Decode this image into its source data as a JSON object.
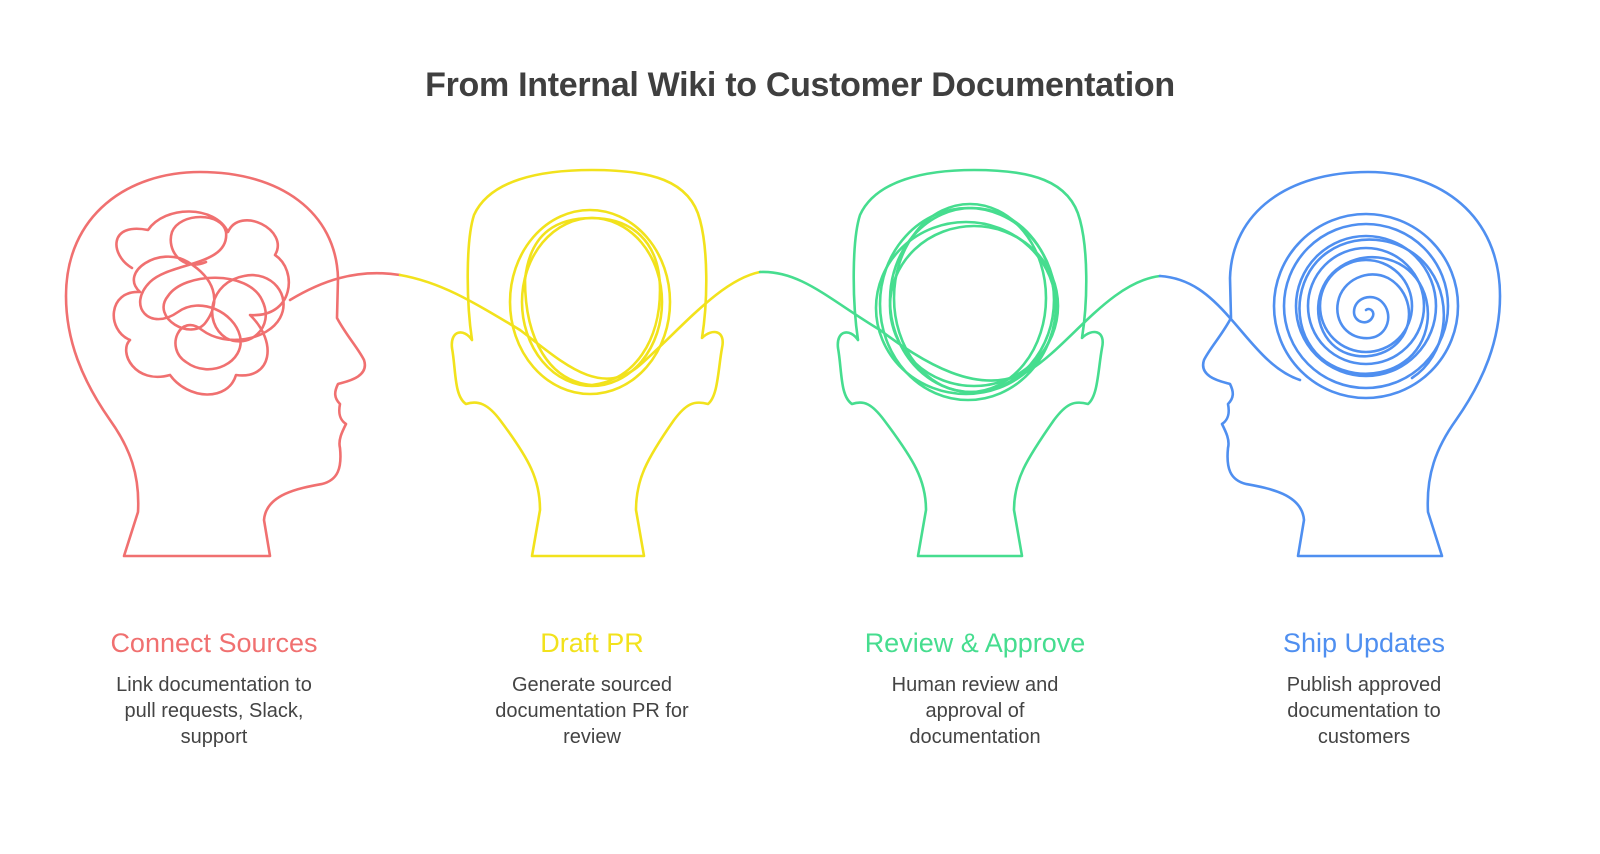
{
  "title": "From Internal Wiki to Customer Documentation",
  "colors": {
    "red": "#f07070",
    "yellow": "#f2e21c",
    "green": "#46dd8f",
    "blue": "#4f8ff0",
    "title": "#3f3f3f",
    "text": "#444444"
  },
  "steps": [
    {
      "label": "Connect Sources",
      "description": "Link documentation to pull requests, Slack, support",
      "color": "#f07070",
      "icon": "tangled-thoughts-head-icon"
    },
    {
      "label": "Draft PR",
      "description": "Generate sourced documentation PR for review",
      "color": "#f2e21c",
      "icon": "looped-thoughts-head-icon"
    },
    {
      "label": "Review & Approve",
      "description": "Human review and approval of documentation",
      "color": "#46dd8f",
      "icon": "circular-scribble-head-icon"
    },
    {
      "label": "Ship Updates",
      "description": "Publish approved documentation to customers",
      "color": "#4f8ff0",
      "icon": "spiral-head-icon"
    }
  ]
}
